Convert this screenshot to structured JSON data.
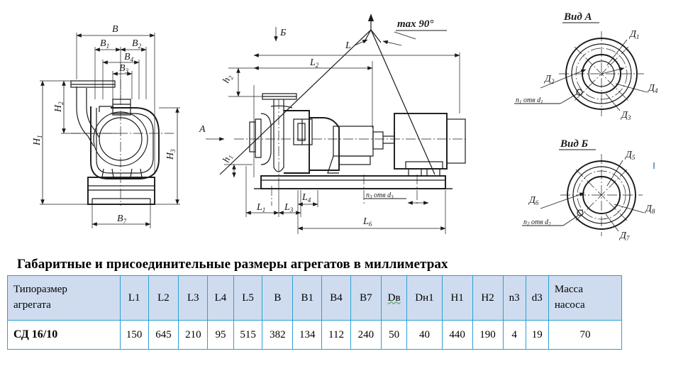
{
  "title": "Габаритные и присоединительные размеры агрегатов в миллиметрах",
  "colors": {
    "table_border": "#2c9fd6",
    "header_fill": "#cfdcef",
    "drawing_ink": "#1a1a1a",
    "spellcheck_underline": "#3a9a3a",
    "background": "#ffffff"
  },
  "table": {
    "headers": [
      "Типоразмер агрегата",
      "L1",
      "L2",
      "L3",
      "L4",
      "L5",
      "B",
      "B1",
      "B4",
      "B7",
      "Dв",
      "Dн1",
      "H1",
      "H2",
      "n3",
      "d3",
      "Масса насоса"
    ],
    "header_first_line1": "Типоразмер",
    "header_first_line2": "агрегата",
    "header_last_line1": "Масса",
    "header_last_line2": "насоса",
    "rows": [
      {
        "model": "СД 16/10",
        "values": [
          "150",
          "645",
          "210",
          "95",
          "515",
          "382",
          "134",
          "112",
          "240",
          "50",
          "40",
          "440",
          "190",
          "4",
          "19",
          "70"
        ]
      }
    ]
  },
  "drawing": {
    "front_view": {
      "name": "front-elevation-view",
      "labels": {
        "B": "B",
        "B1": "B",
        "B1_sub": "1",
        "B2": "B",
        "B2_sub": "2",
        "B4": "B",
        "B4_sub": "4",
        "B3": "B",
        "B3_sub": "3",
        "B7": "B",
        "B7_sub": "7",
        "H1": "H",
        "H1_sub": "1",
        "H2": "H",
        "H2_sub": "2",
        "H3": "H",
        "H3_sub": "3",
        "section_arrow": "A"
      }
    },
    "side_view": {
      "name": "side-elevation-view",
      "labels": {
        "B_arrow": "Б",
        "L": "L",
        "max_angle": "max 90°",
        "L2": "L",
        "L2_sub": "2",
        "L1": "L",
        "L1_sub": "1",
        "L3": "L",
        "L3_sub": "3",
        "L4": "L",
        "L4_sub": "4",
        "L6": "L",
        "L6_sub": "6",
        "h1": "h",
        "h1_sub": "1",
        "h2": "h",
        "h2_sub": "2",
        "holes_note": "n3 отв d3",
        "holes_note_main": "n",
        "holes_note_sub1": "3",
        "holes_note_mid": " отв d",
        "holes_note_sub2": "3"
      }
    },
    "view_a": {
      "name": "flange-view-a",
      "title": "Вид А",
      "labels": {
        "D1": "Д",
        "D1_sub": "1",
        "D2": "Д",
        "D2_sub": "2",
        "D3": "Д",
        "D3_sub": "3",
        "D4": "Д",
        "D4_sub": "4",
        "holes_note_main": "n",
        "holes_note_sub1": "1",
        "holes_note_mid": " отв d",
        "holes_note_sub2": "1"
      }
    },
    "view_b": {
      "name": "flange-view-b",
      "title": "Вид Б",
      "labels": {
        "D5": "Д",
        "D5_sub": "5",
        "D6": "Д",
        "D6_sub": "6",
        "D7": "Д",
        "D7_sub": "7",
        "D8": "Д",
        "D8_sub": "8",
        "holes_note_main": "n",
        "holes_note_sub1": "2",
        "holes_note_mid": " отв d",
        "holes_note_sub2": "2"
      }
    }
  }
}
